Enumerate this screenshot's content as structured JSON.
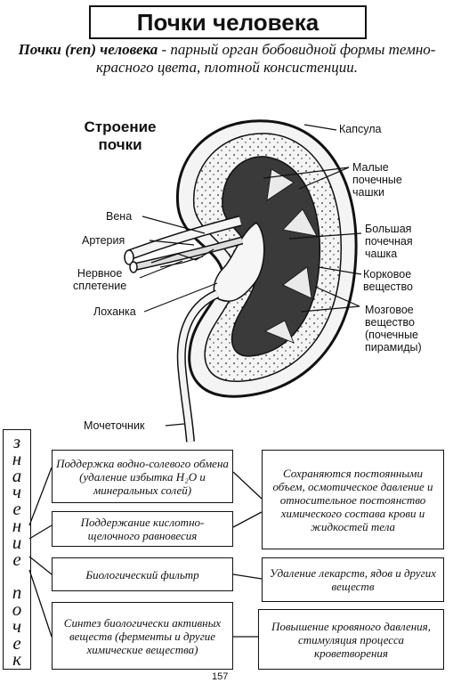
{
  "title": "Почки человека",
  "intro": {
    "term": "Почки (ren) человека",
    "rest": " - парный орган бобовидной формы темно-красного цвета, плотной консистенции."
  },
  "structure_title": [
    "Строение",
    "почки"
  ],
  "labels": {
    "capsule": "Капсула",
    "minor_calyces": [
      "Малые",
      "почечные",
      "чашки"
    ],
    "vein": "Вена",
    "artery": "Артерия",
    "major_calyx": [
      "Большая",
      "почечная",
      "чашка"
    ],
    "nerve_plexus": [
      "Нервное",
      "сплетение"
    ],
    "cortex": [
      "Корковое",
      "вещество"
    ],
    "pelvis": "Лоханка",
    "medulla": [
      "Мозговое",
      "вещество",
      "(почечные",
      "пирамиды)"
    ],
    "ureter": "Мочеточник"
  },
  "side_label": [
    "з",
    "н",
    "а",
    "ч",
    "е",
    "н",
    "и",
    "е",
    "",
    "п",
    "о",
    "ч",
    "е",
    "к"
  ],
  "functions": [
    {
      "name": "Поддержка водно-солевого обмена (удаление избытка H₂O и минеральных солей)"
    },
    {
      "name": "Поддержание кислотно-щелочного равновесия"
    },
    {
      "name": "Биологический фильтр"
    },
    {
      "name": "Синтез биологически активных веществ (ферменты и другие химические вещества)"
    }
  ],
  "effects": [
    "Сохраняются постоянными объем, осмотическое давление и относительное постоянство химического состава крови и жидкостей тела",
    "Удаление лекарств, ядов и других веществ",
    "Повышение кровяного давления, стимуляция процесса кроветворения"
  ],
  "page_number": "157"
}
